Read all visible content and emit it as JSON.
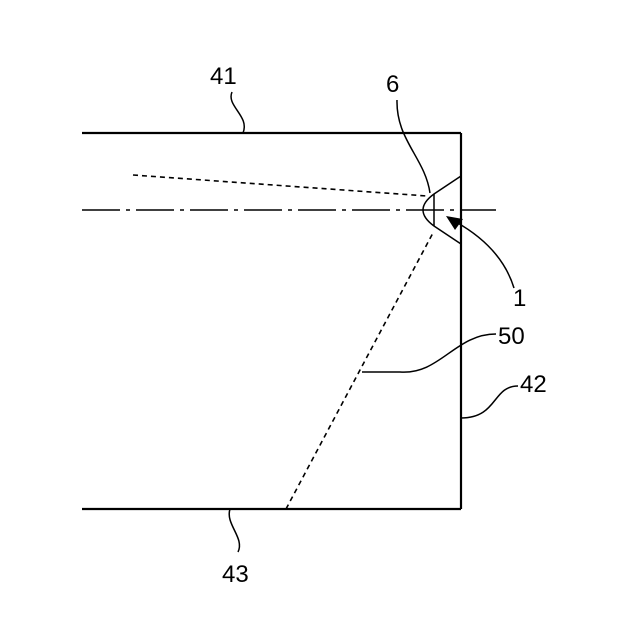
{
  "labels": {
    "wall_top": "41",
    "wall_right": "42",
    "wall_bottom": "43",
    "device": "1",
    "element": "6",
    "boundary": "50"
  },
  "colors": {
    "ink": "#000000",
    "background": "#ffffff"
  }
}
